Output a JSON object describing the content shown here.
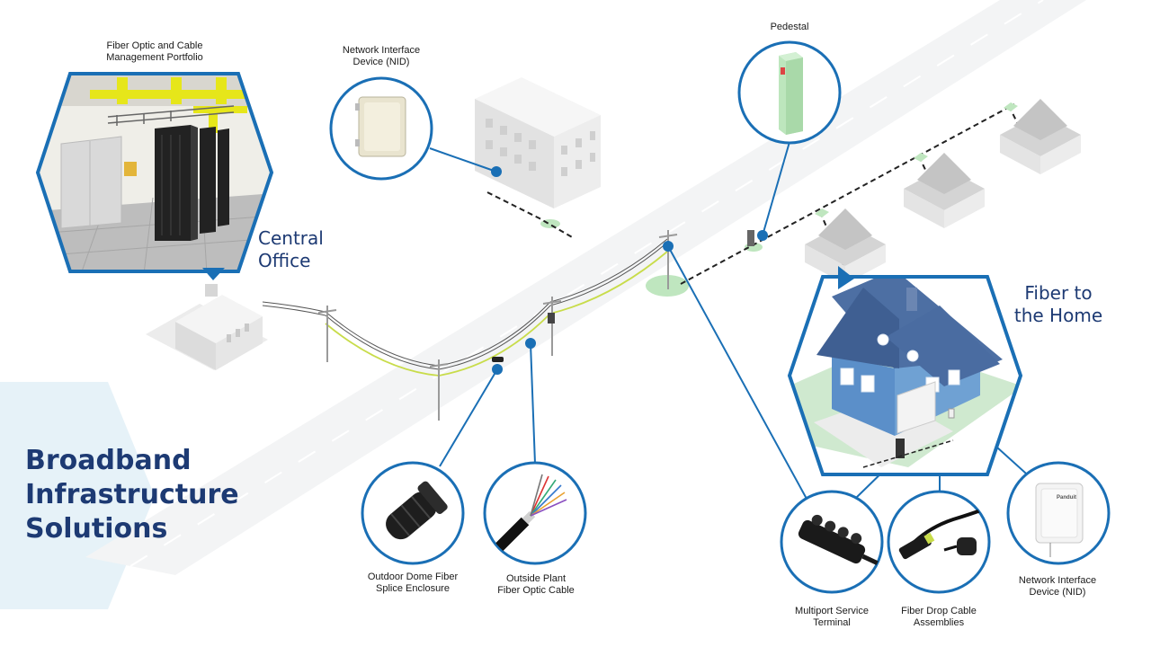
{
  "title": {
    "lines": [
      "Broadband",
      "Infrastructure",
      "Solutions"
    ]
  },
  "zones": {
    "central_office": {
      "lines": [
        "Central",
        "Office"
      ]
    },
    "fiber_to_home": {
      "lines": [
        "Fiber to",
        "the Home"
      ]
    }
  },
  "callouts": {
    "fiber_portfolio": {
      "lines": [
        "Fiber Optic and Cable",
        "Management Portfolio"
      ]
    },
    "nid_top": {
      "lines": [
        "Network Interface",
        "Device (NID)"
      ]
    },
    "pedestal": {
      "lines": [
        "Pedestal"
      ]
    },
    "dome_enclosure": {
      "lines": [
        "Outdoor Dome Fiber",
        "Splice Enclosure"
      ]
    },
    "osp_cable": {
      "lines": [
        "Outside Plant",
        "Fiber Optic Cable"
      ]
    },
    "multiport": {
      "lines": [
        "Multiport Service",
        "Terminal"
      ]
    },
    "drop_cable": {
      "lines": [
        "Fiber Drop Cable",
        "Assemblies"
      ]
    },
    "nid_right": {
      "lines": [
        "Network Interface",
        "Device (NID)"
      ]
    }
  },
  "nid_brand": "Panduit",
  "colors": {
    "accent_blue": "#1a6fb5",
    "title_navy": "#1d3a73",
    "fiber_green": "#c8dc4a",
    "panel_light_blue": "#e6f2f8",
    "house_blue": "#5b8fc9",
    "pedestal_green": "#b9e4b9"
  }
}
